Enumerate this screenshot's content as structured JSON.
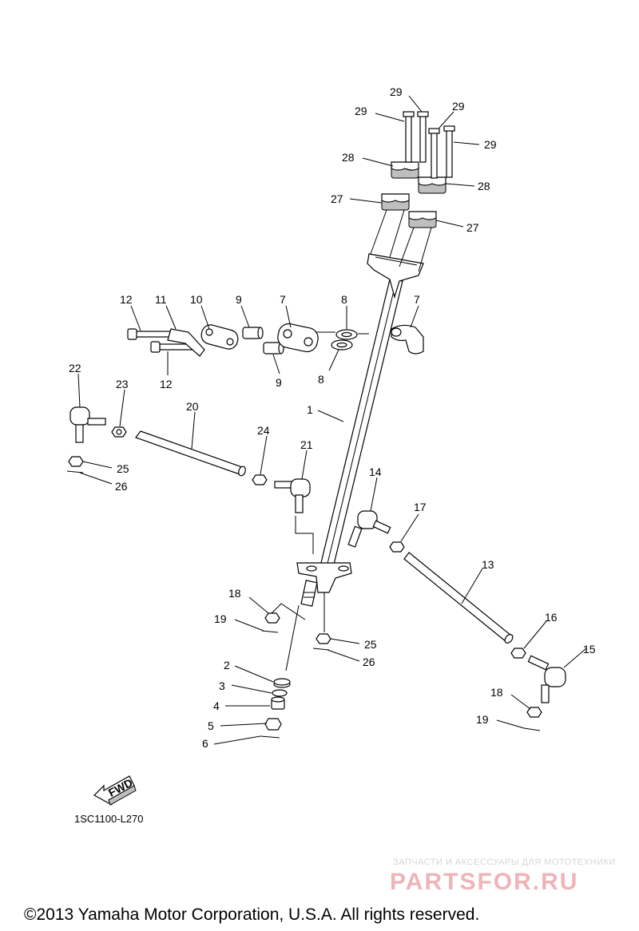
{
  "diagram_code": "1SC1100-L270",
  "fwd_label": "FWD",
  "copyright": "©2013 Yamaha Motor Corporation, U.S.A. All rights reserved.",
  "watermark": {
    "tagline": "ЗАПЧАСТИ И АКСЕССУАРЫ ДЛЯ МОТОТЕХНИКИ",
    "brand": "PARTSFOR.RU"
  },
  "callouts": [
    {
      "id": "29a",
      "number": "29"
    },
    {
      "id": "29b",
      "number": "29"
    },
    {
      "id": "29c",
      "number": "29"
    },
    {
      "id": "29d",
      "number": "29"
    },
    {
      "id": "28a",
      "number": "28"
    },
    {
      "id": "28b",
      "number": "28"
    },
    {
      "id": "27a",
      "number": "27"
    },
    {
      "id": "27b",
      "number": "27"
    },
    {
      "id": "12a",
      "number": "12"
    },
    {
      "id": "11",
      "number": "11"
    },
    {
      "id": "10",
      "number": "10"
    },
    {
      "id": "9a",
      "number": "9"
    },
    {
      "id": "7a",
      "number": "7"
    },
    {
      "id": "8a",
      "number": "8"
    },
    {
      "id": "7b",
      "number": "7"
    },
    {
      "id": "12b",
      "number": "12"
    },
    {
      "id": "9b",
      "number": "9"
    },
    {
      "id": "8b",
      "number": "8"
    },
    {
      "id": "22",
      "number": "22"
    },
    {
      "id": "23",
      "number": "23"
    },
    {
      "id": "20",
      "number": "20"
    },
    {
      "id": "1",
      "number": "1"
    },
    {
      "id": "24",
      "number": "24"
    },
    {
      "id": "21",
      "number": "21"
    },
    {
      "id": "25a",
      "number": "25"
    },
    {
      "id": "26a",
      "number": "26"
    },
    {
      "id": "14",
      "number": "14"
    },
    {
      "id": "17",
      "number": "17"
    },
    {
      "id": "13",
      "number": "13"
    },
    {
      "id": "18a",
      "number": "18"
    },
    {
      "id": "19a",
      "number": "19"
    },
    {
      "id": "16",
      "number": "16"
    },
    {
      "id": "15",
      "number": "15"
    },
    {
      "id": "25b",
      "number": "25"
    },
    {
      "id": "26b",
      "number": "26"
    },
    {
      "id": "2",
      "number": "2"
    },
    {
      "id": "3",
      "number": "3"
    },
    {
      "id": "4",
      "number": "4"
    },
    {
      "id": "5",
      "number": "5"
    },
    {
      "id": "6",
      "number": "6"
    },
    {
      "id": "18b",
      "number": "18"
    },
    {
      "id": "19b",
      "number": "19"
    }
  ]
}
